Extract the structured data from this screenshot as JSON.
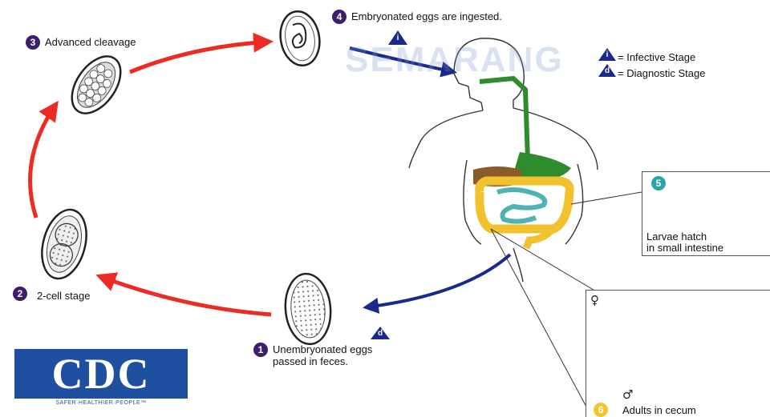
{
  "stages": {
    "s1": {
      "num": "1",
      "text1": "Unembryonated eggs",
      "text2": "passed in feces."
    },
    "s2": {
      "num": "2",
      "text": "2-cell stage"
    },
    "s3": {
      "num": "3",
      "text": "Advanced cleavage"
    },
    "s4": {
      "num": "4",
      "text": "Embryonated eggs are ingested."
    },
    "s5": {
      "num": "5",
      "text1": "Larvae hatch",
      "text2": "in small intestine"
    },
    "s6": {
      "num": "6",
      "text": "Adults in cecum"
    }
  },
  "legend": {
    "infective": {
      "letter": "i",
      "text": "= Infective Stage"
    },
    "diagnostic": {
      "letter": "d",
      "text": "= Diagnostic Stage"
    }
  },
  "symbols": {
    "female": "♀",
    "male": "♂"
  },
  "watermark": "SEMARANG",
  "logo": {
    "letters": "CDC",
    "tagline": "SAFER·HEALTHIER·PEOPLE™"
  },
  "colors": {
    "red_arrow": "#ee2a24",
    "blue_arrow": "#1a2a8c",
    "badge_purple": "#3d1d6e",
    "badge_teal": "#2aa6a8",
    "badge_yellow": "#f4c430",
    "cdc_blue": "#1f4fa0",
    "gut_green": "#2e8b2e",
    "liver_brown": "#8b5a2b",
    "colon_yellow": "#f2c12e",
    "small_intestine_teal": "#4fb3b3"
  }
}
